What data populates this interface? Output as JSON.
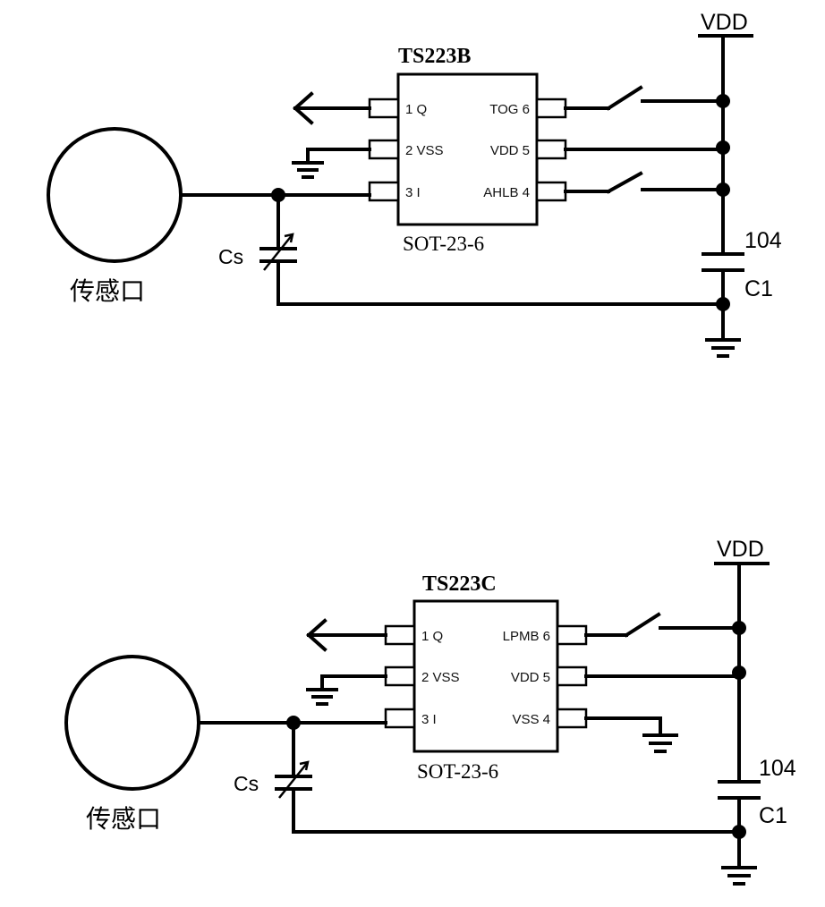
{
  "circuits": [
    {
      "chip_name": "TS223B",
      "package": "SOT-23-6",
      "pins_left": [
        "1 Q",
        "2 VSS",
        "3 I"
      ],
      "pins_right": [
        "TOG 6",
        "VDD 5",
        "AHLB 4"
      ],
      "vdd_label": "VDD",
      "cap_value": "104",
      "cap_name": "C1",
      "cs_label": "Cs",
      "sensor_label": "传感口"
    },
    {
      "chip_name": "TS223C",
      "package": "SOT-23-6",
      "pins_left": [
        "1 Q",
        "2 VSS",
        "3 I"
      ],
      "pins_right": [
        "LPMB 6",
        "VDD 5",
        "VSS 4"
      ],
      "vdd_label": "VDD",
      "cap_value": "104",
      "cap_name": "C1",
      "cs_label": "Cs",
      "sensor_label": "传感口"
    }
  ]
}
